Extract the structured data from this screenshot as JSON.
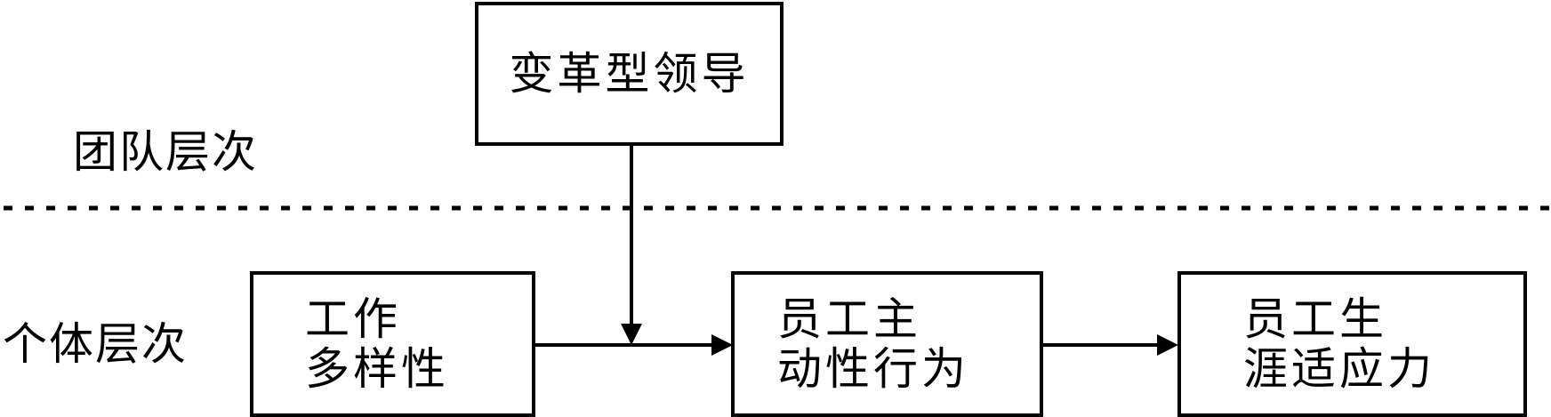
{
  "levels": {
    "team": "团队层次",
    "individual": "个体层次"
  },
  "nodes": {
    "transformational_leadership": "变革型领导",
    "job_variety": [
      "工作",
      "多样性"
    ],
    "proactive_behavior": [
      "员工主",
      "动性行为"
    ],
    "career_adaptability": [
      "员工生",
      "涯适应力"
    ]
  },
  "colors": {
    "line": "#000000",
    "background": "#ffffff"
  }
}
